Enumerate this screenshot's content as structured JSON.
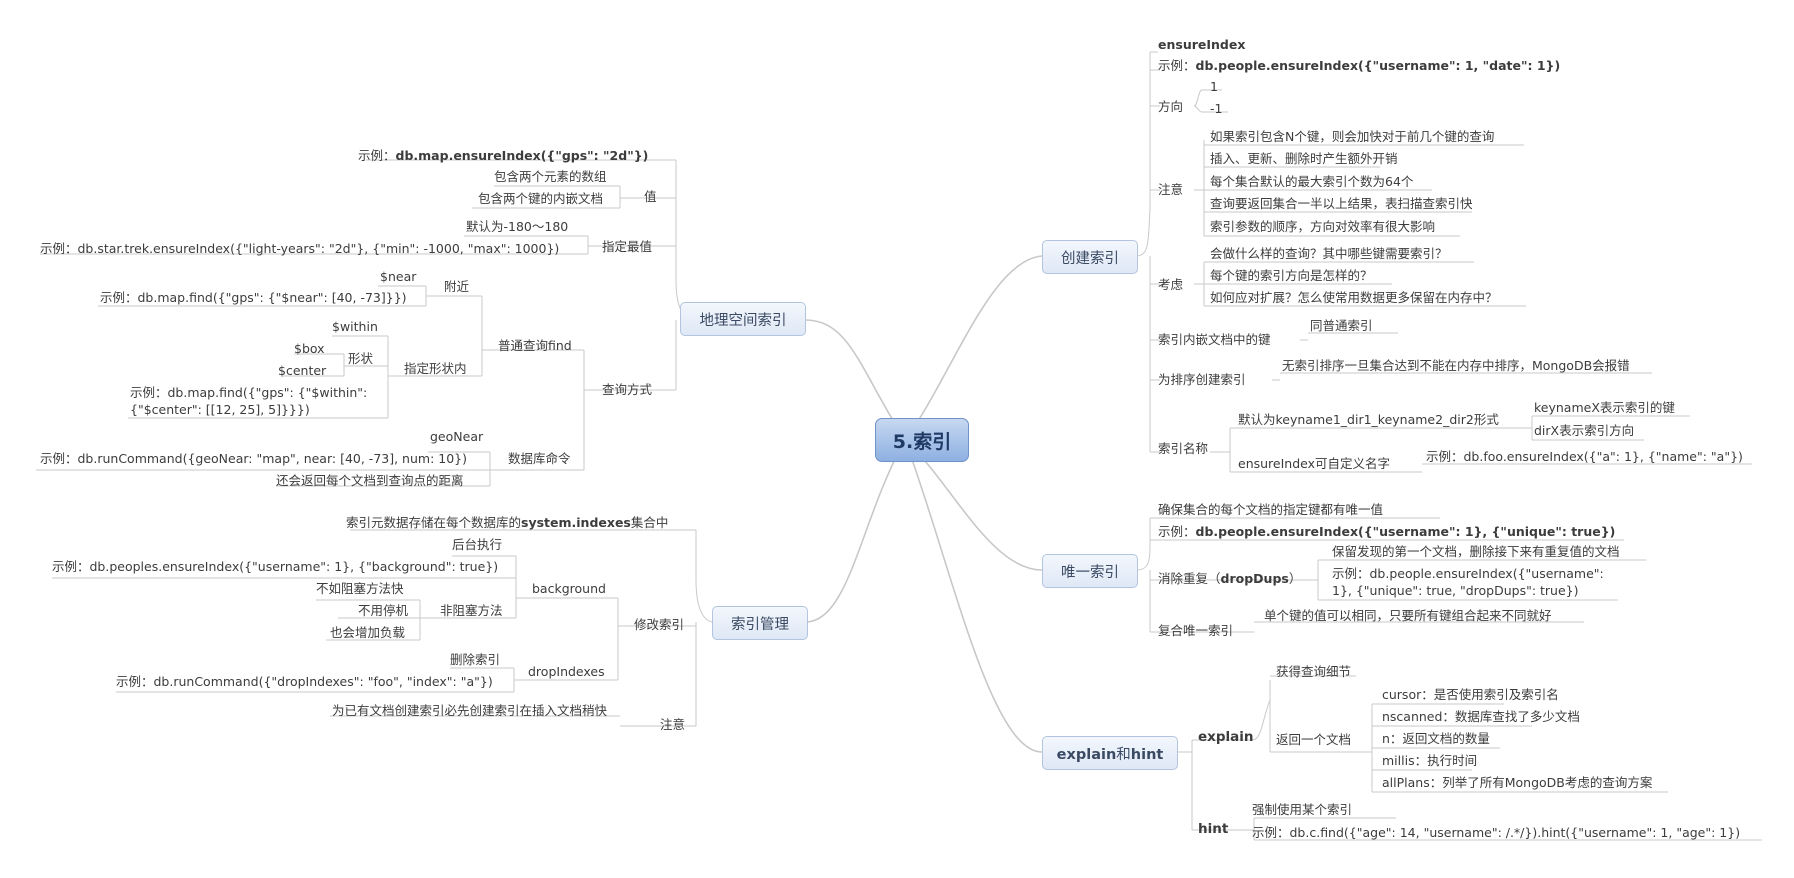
{
  "center": "5.索引",
  "branches": {
    "create": "创建索引",
    "unique": "唯一索引",
    "explain_hint": {
      "a": "explain",
      "and": "和",
      "b": "hint"
    },
    "geo": "地理空间索引",
    "manage": "索引管理"
  },
  "create": {
    "ensureIndex": "ensureIndex",
    "example_prefix": "示例：",
    "example_code": "db.people.ensureIndex({\"username\": 1, \"date\": 1})",
    "direction": "方向",
    "dir_1": "1",
    "dir_neg1": "-1",
    "notes_label": "注意",
    "notes": [
      "如果索引包含N个键，则会加快对于前几个键的查询",
      "插入、更新、删除时产生额外开销",
      "每个集合默认的最大索引个数为64个",
      "查询要返回集合一半以上结果，表扫描查索引快",
      "索引参数的顺序，方向对效率有很大影响"
    ],
    "consider_label": "考虑",
    "consider": [
      "会做什么样的查询？其中哪些键需要索引？",
      "每个键的索引方向是怎样的？",
      "如何应对扩展？怎么使常用数据更多保留在内存中？"
    ],
    "embedded_label": "索引内嵌文档中的键",
    "embedded_value": "同普通索引",
    "sort_label": "为排序创建索引",
    "sort_value": "无索引排序一旦集合达到不能在内存中排序，MongoDB会报错",
    "name_label": "索引名称",
    "name_default": "默认为keyname1_dir1_keyname2_dir2形式",
    "name_key": "keynameX表示索引的键",
    "name_dir": "dirX表示索引方向",
    "name_custom": "ensureIndex可自定义名字",
    "name_example": "示例：db.foo.ensureIndex({\"a\": 1}, {\"name\": \"a\"})"
  },
  "unique": {
    "desc": "确保集合的每个文档的指定键都有唯一值",
    "example_prefix": "示例：",
    "example_code": "db.people.ensureIndex({\"username\": 1}, {\"unique\": true})",
    "dropdups_prefix": "消除重复（",
    "dropdups_bold": "dropDups",
    "dropdups_suffix": "）",
    "dropdups_keep": "保留发现的第一个文档，删除接下来有重复值的文档",
    "dropdups_example": "示例：db.people.ensureIndex({\"username\": 1}, {\"unique\": true, \"dropDups\": true})",
    "compound_label": "复合唯一索引",
    "compound_value": "单个键的值可以相同，只要所有键组合起来不同就好"
  },
  "explain": {
    "explain_label": "explain",
    "get_details": "获得查询细节",
    "returns_doc": "返回一个文档",
    "fields": [
      "cursor：是否使用索引及索引名",
      "nscanned：数据库查找了多少文档",
      "n：返回文档的数量",
      "millis：执行时间",
      "allPlans：列举了所有MongoDB考虑的查询方案"
    ],
    "hint_label": "hint",
    "hint_force": "强制使用某个索引",
    "hint_example": "示例：db.c.find({\"age\": 14, \"username\": /.*/}).hint({\"username\": 1, \"age\": 1})"
  },
  "geo": {
    "example_prefix": "示例：",
    "example_code": "db.map.ensureIndex({\"gps\": \"2d\"})",
    "value_label": "值",
    "value_items": [
      "包含两个元素的数组",
      "包含两个键的内嵌文档"
    ],
    "range_label": "指定最值",
    "range_default": "默认为-180～180",
    "range_example": "示例：db.star.trek.ensureIndex({\"light-years\": \"2d\"}, {\"min\": -1000, \"max\": 1000})",
    "query_label": "查询方式",
    "find_label": "普通查询find",
    "near_label": "附近",
    "near_op": "$near",
    "near_example": "示例：db.map.find({\"gps\": {\"$near\": [40, -73]}})",
    "within_label": "指定形状内",
    "within_op": "$within",
    "shape_label": "形状",
    "box_op": "$box",
    "center_op": "$center",
    "within_example": "示例：db.map.find({\"gps\": {\"$within\": {\"$center\": [[12, 25], 5]}}})",
    "cmd_label": "数据库命令",
    "geonear": "geoNear",
    "cmd_example": "示例：db.runCommand({geoNear: \"map\", near: [40, -73], num: 10})",
    "cmd_note": "还会返回每个文档到查询点的距离"
  },
  "manage": {
    "meta_prefix": "索引元数据存储在每个数据库的",
    "meta_bold": "system.indexes",
    "meta_suffix": "集合中",
    "modify_label": "修改索引",
    "background_label": "background",
    "bg_run": "后台执行",
    "bg_example": "示例：db.peoples.ensureIndex({\"username\": 1}, {\"background\": true})",
    "nonblock_label": "非阻塞方法",
    "nonblock_items": [
      "不如阻塞方法快",
      "不用停机",
      "也会增加负载"
    ],
    "drop_label": "dropIndexes",
    "drop_desc": "删除索引",
    "drop_example": "示例：db.runCommand({\"dropIndexes\": \"foo\", \"index\": \"a\"})",
    "note_label": "注意",
    "note_value": "为已有文档创建索引必先创建索引在插入文档稍快"
  }
}
